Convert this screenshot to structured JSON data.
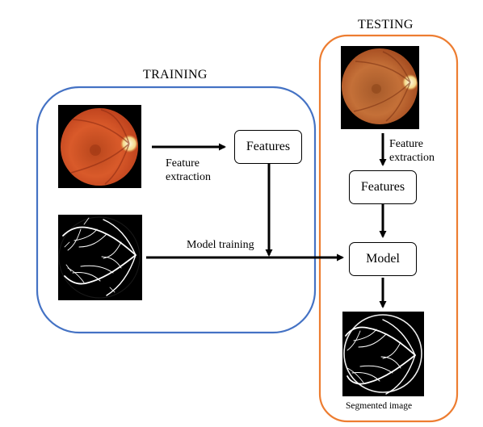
{
  "training": {
    "title": "TRAINING",
    "frame_color": "#4472C4"
  },
  "testing": {
    "title": "TESTING",
    "frame_color": "#ED7D31"
  },
  "nodes": {
    "train_features": "Features",
    "test_features": "Features",
    "model": "Model"
  },
  "edge_labels": {
    "train_feature_extraction": "Feature\nextraction",
    "test_feature_extraction": "Feature\nextraction",
    "model_training": "Model training"
  },
  "captions": {
    "segmented": "Segmented image"
  },
  "images": {
    "training_fundus": "retinal-fundus-photo",
    "training_mask": "vessel-segmentation-ground-truth",
    "testing_fundus": "retinal-fundus-photo",
    "testing_output": "vessel-segmentation-output"
  },
  "colors": {
    "fundus": "#D2502A",
    "optic_disc": "#FFF2B0",
    "vessel": "#FFFFFF",
    "arrow": "#000000"
  }
}
